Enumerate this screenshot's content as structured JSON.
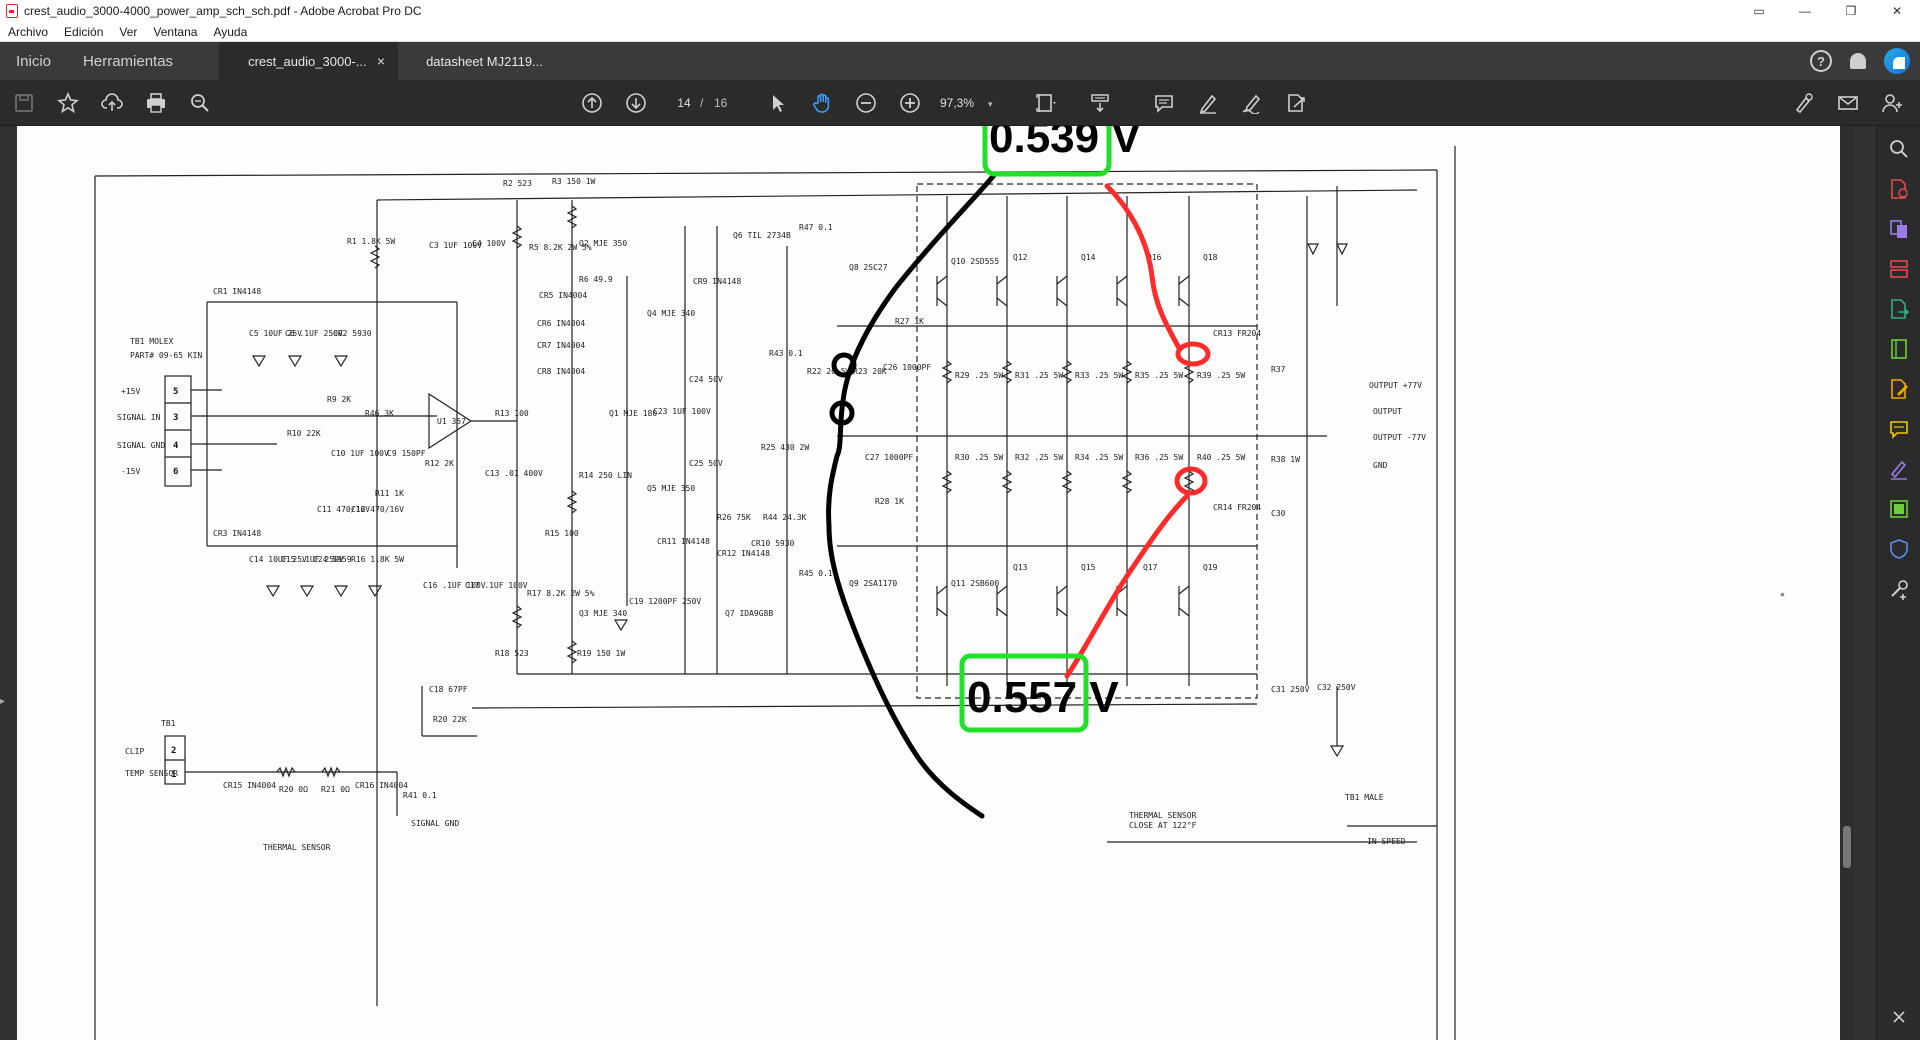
{
  "window": {
    "title": "crest_audio_3000-4000_power_amp_sch_sch.pdf - Adobe Acrobat Pro DC",
    "controls": [
      "▭",
      "—",
      "❐",
      "✕"
    ]
  },
  "menu": [
    "Archivo",
    "Edición",
    "Ver",
    "Ventana",
    "Ayuda"
  ],
  "tabs": {
    "home": "Inicio",
    "tools": "Herramientas",
    "documents": [
      {
        "label": "crest_audio_3000-...",
        "close": "×",
        "active": true
      },
      {
        "label": "datasheet MJ2119...",
        "close": "",
        "active": false
      }
    ],
    "help_icon": "?"
  },
  "toolbar": {
    "page_current": "14",
    "page_sep": "/",
    "page_total": "16",
    "zoom": "97,3%",
    "zoom_chevron": "▾"
  },
  "annotations": {
    "top_voltage": "0.539 V",
    "bottom_voltage": "0.557 V",
    "green": "#22e02a",
    "red": "#ff2a2a",
    "black": "#000000"
  },
  "schematic": {
    "connector_title": "TB1 MOLEX",
    "connector_part": "PART# 09-65 KIN",
    "connector_pins": [
      "5",
      "3",
      "4",
      "6"
    ],
    "connector_labels": [
      "+15V",
      "SIGNAL IN",
      "SIGNAL GND",
      "-15V"
    ],
    "tb2_title": "TB1",
    "tb2_pins": [
      "2",
      "1"
    ],
    "tb2_labels": [
      "CLIP",
      "TEMP SENSOR"
    ],
    "labels": [
      "R2 523",
      "R3 150 1W",
      "R1 1.8K 5W",
      "Q2 MJE 350",
      "R5 8.2K 2W 5%",
      "C3 1UF 100V",
      "C4 100V",
      "R6 49.9",
      "CR5 IN4004",
      "CR6 IN4004",
      "CR7 IN4004",
      "CR8 IN4004",
      "Q1 MJE 180",
      "C23 1UF 100V",
      "R14 250 LIN",
      "R15 100",
      "R17 8.2K 2W 5%",
      "Q3 MJE 340",
      "R18 523",
      "R19 150 1W",
      "C19 1200PF 250V",
      "CR9 IN4148",
      "Q4 MJE 340",
      "Q5 MJE 350",
      "Q6 TIL 2734B",
      "Q7 IDA9G8B",
      "R47 0.1",
      "R43 0.1",
      "R45 0.1",
      "Q8 2SC27",
      "Q9 2SA1170",
      "Q10 2SD555",
      "Q11 2SB600",
      "Q12",
      "Q13",
      "Q14",
      "Q15",
      "Q16",
      "Q17",
      "Q18",
      "Q19",
      "R22 20 5W",
      "R23 20K",
      "C26 1000PF",
      "C27 1000PF",
      "R27 1K",
      "R28 1K",
      "R29 .25 5W",
      "R30 .25 5W",
      "R31 .25 5W",
      "R32 .25 5W",
      "R33 .25 5W",
      "R34 .25 5W",
      "R35 .25 5W",
      "R36 .25 5W",
      "R39 .25 5W",
      "R40 .25 5W",
      "CR13 FR204",
      "CR14 FR204",
      "R37",
      "R38 1W",
      "C30",
      "C31 250V",
      "C32 250V",
      "CR1 IN4148",
      "C5 10UF 25V",
      "C6 .1UF 250V",
      "CR2 5930",
      "CR3 IN4148",
      "R9 2K",
      "R10 22K",
      "R46 3K",
      "C10 1UF 100V",
      "C9 150PF",
      "C11 470/16V",
      "C12 470/16V",
      "R11 1K",
      "R12 2K",
      "R13 100",
      "C13 .01 400V",
      "U1 357",
      "C14 10UF 25V",
      "C15 .1UF 250V",
      "C24 5959",
      "R16 1.8K 5W",
      "C16 .1UF 100V",
      "C17 .1UF 100V",
      "C18 67PF",
      "R20 22K",
      "CR15 IN4004",
      "R20 0Ω",
      "R21 0Ω",
      "CR16 IN4004",
      "R41 0.1",
      "SIGNAL GND",
      "OUTPUT +77V",
      "OUTPUT",
      "OUTPUT -77V",
      "GND",
      "R25 430 2W",
      "R26 75K",
      "R44 24.3K",
      "CR10 5930",
      "CR11 IN4148",
      "CR12 IN4148",
      "C24 50V",
      "C25 50V",
      "THERMAL SENSOR",
      "CLOSE AT 122°F",
      "THERMAL SENSOR",
      "TB1 MALE",
      "IN SPEED"
    ]
  }
}
